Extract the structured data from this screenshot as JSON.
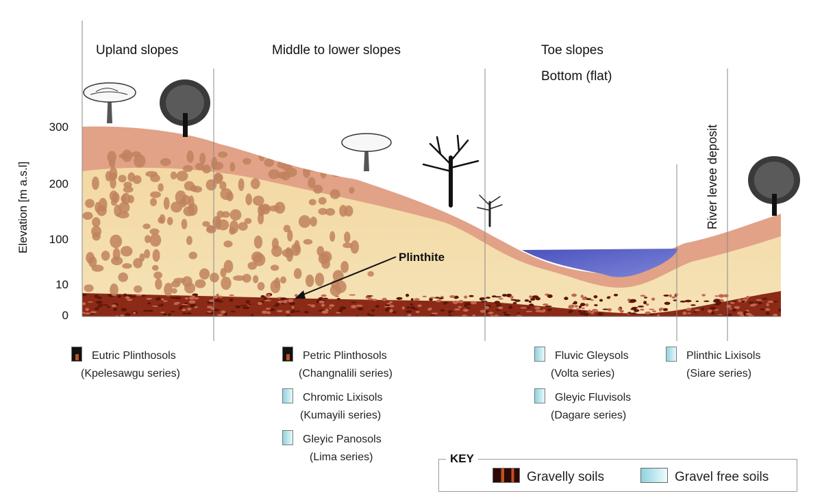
{
  "zones": {
    "upland": "Upland slopes",
    "middle": "Middle to lower slopes",
    "toe": "Toe slopes",
    "bottom": "Bottom (flat)",
    "levee": "River levee deposit"
  },
  "axis": {
    "label": "Elevation [m a.s.l]",
    "ticks": [
      "300",
      "200",
      "100",
      "10",
      "0"
    ]
  },
  "annotation": {
    "plinthite": "Plinthite"
  },
  "legend_groups": [
    {
      "entries": [
        {
          "name": "Eutric Plinthosols",
          "series": "(Kpelesawgu series)",
          "swatch": "gravelly"
        }
      ]
    },
    {
      "entries": [
        {
          "name": "Petric Plinthosols",
          "series": "(Changnalili series)",
          "swatch": "gravelly"
        },
        {
          "name": "Chromic Lixisols",
          "series": "(Kumayili series)",
          "swatch": "gravel-free"
        },
        {
          "name": "Gleyic Panosols",
          "series": "(Lima series)",
          "swatch": "gravel-free"
        }
      ]
    },
    {
      "entries": [
        {
          "name": "Fluvic Gleysols",
          "series": "(Volta series)",
          "swatch": "gravel-free"
        },
        {
          "name": "Gleyic Fluvisols",
          "series": "(Dagare series)",
          "swatch": "gravel-free"
        }
      ]
    },
    {
      "entries": [
        {
          "name": "Plinthic Lixisols",
          "series": "(Siare series)",
          "swatch": "gravel-free"
        }
      ]
    }
  ],
  "key": {
    "title": "KEY",
    "gravelly": "Gravelly soils",
    "gravel_free": "Gravel free soils"
  },
  "colors": {
    "topsoil": "#e3a58a",
    "subsoil": "#f1d39c",
    "gravel_layer": "#8a2a17",
    "concretion": "#c88a63",
    "water": "#5c63c4"
  }
}
